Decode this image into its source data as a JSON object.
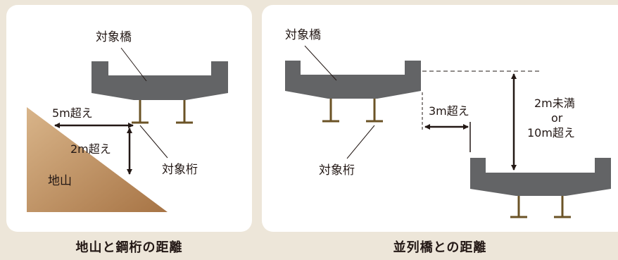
{
  "left_panel": {
    "bridge_label": "対象橋",
    "girder_label": "対象桁",
    "ground_label": "地山",
    "horizontal_distance": "5m超え",
    "vertical_distance": "2m超え",
    "caption": "地山と鋼桁の距離"
  },
  "right_panel": {
    "bridge_label": "対象橋",
    "girder_label": "対象桁",
    "horizontal_distance": "3m超え",
    "vertical_distance_line1": "2m未満",
    "vertical_distance_line2": "or",
    "vertical_distance_line3": "10m超え",
    "caption": "並列橋との距離"
  },
  "colors": {
    "background": "#ede6d9",
    "panel": "#ffffff",
    "deck": "#636466",
    "girder": "#6b5326",
    "ground_light": "#d9b58a",
    "ground_dark": "#a77445",
    "text": "#231815"
  }
}
